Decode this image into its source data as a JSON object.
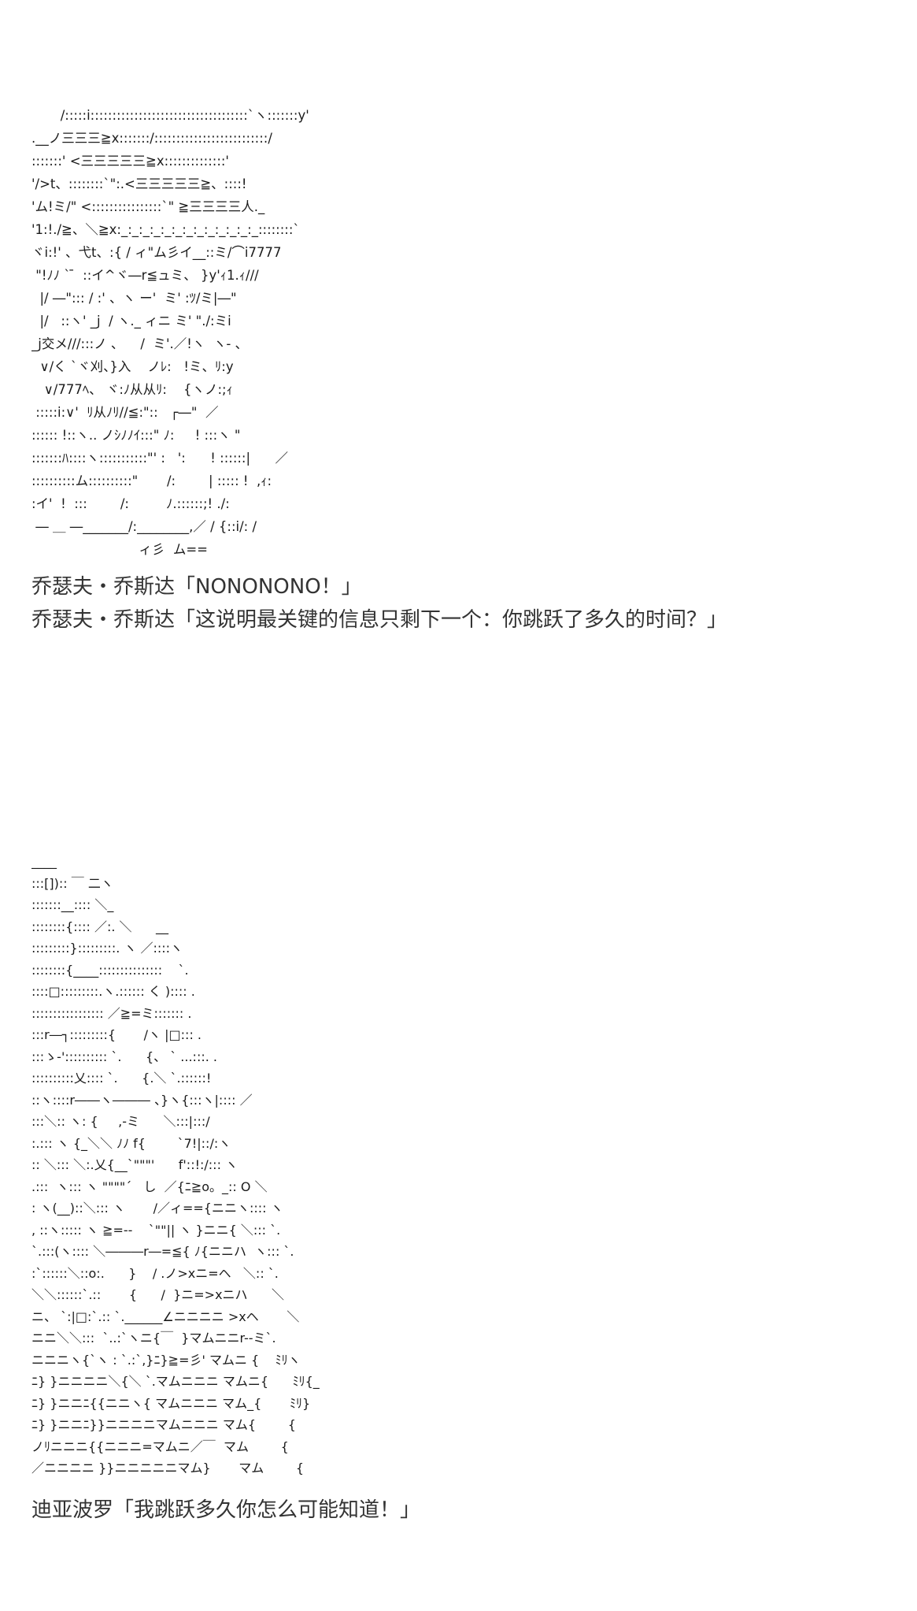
{
  "ascii_art_1": {
    "lines": [
      "       /:::::i::::::::::::::::::::::::::::::::::::`ヽ:::::::y'",
      ".__ノ三三三≧x:::::::/::::::::::::::::::::::::::/",
      ":::::::' <三三三三三≧x::::::::::::::'",
      "'/>t、::::::::`\":.<三三三三三≧、::::!",
      "'ム!ミ/\" <::::::::::::::::`\" ≧三三三三人._",
      "'1:!./≧、＼≧x:_:_:_:_:_:_:_:_:_:_:_:_:_::::::::`",
      "ヾi:!' 、弋t、:{ / ィ\"ム彡イ__::ミ/⌒i7777",
      " \"!ﾉﾉ ` ̄  ::イ^ヾ―r≦ュミ、 }y'ｨ1.ｨ///",
      "  |/ ―\"::: / :' 、ヽ ー'  ミ' :ﾂ/ミ|―\"",
      "  |/   ::ヽ' _j  / ヽ._ ィニ ミ' \"./:ミi",
      "_j交メ///:::ノ 、    /  ミ'.／!ヽ  ヽ- 、",
      "  ∨/く `ヾ刈、}入    ノﾚ:   !ミ、ﾘ:y",
      "   ∨/777ﾍ、 ヾ:ﾉ从从ﾘ:    {ヽノ:;ｨ",
      " :::::i:∨'  ﾘ从ﾉﾘ//≦:\"::   ┌―\"  ／",
      ":::::: !::ヽ.. ノｼﾉﾉｲ:::\" ﾉ:     ! :::ヽ \"",
      ":::::::ﾊ::::ヽ:::::::::::\"' :   ':      ! ::::::|      ／",
      "::::::::::ム::::::::::\"       /:        | ::::: !  ,ｨ:",
      ":イ'  !  :::        /:         ﾉ.::::::;! ./:",
      " ― ＿ ―_______/:________,／ / {::i/: /",
      "                          ィ彡  ム=="
    ]
  },
  "dialogue_1": {
    "line1": "乔瑟夫・乔斯达「NONONONO！」",
    "line2": "乔瑟夫・乔斯达「这说明最关键的信息只剩下一个：你跳跃了多久的时间？」"
  },
  "ascii_art_2": {
    "lines": [
      "____",
      ":::[]):: ￣ 二ヽ",
      ":::::::__:::: ＼_",
      "::::::::{:::: ／:. ＼      __",
      ":::::::::}:::::::::. ヽ ／::::ヽ",
      "::::::::{____:::::::::::::::    `.",
      "::::□:::::::::.ヽ.:::::: く ):::: .",
      "::::::::::::::::: ／≧=ミ::::::: .",
      ":::r―┐:::::::::{       /ヽ |□::: .",
      ":::ゝ-':::::::::: `.      {、 ` ...:::. .",
      "::::::::::乂:::: `.      {.＼ `.::::::!",
      "::ヽ::::r――ヽ――― 、}ヽ{:::ヽ|:::: ／",
      ":::＼:: ヽ: {     ,-ミ      ＼:::|:::/",
      ":.::: ヽ {_＼＼ ﾉﾉ f{        `7!|::/:ヽ",
      ":: ＼::: ＼:.乂{__`\"\"\"'      f'::!:/::: ヽ",
      ".:::  ヽ::: ヽ \"\"\"\"´   し  ／{ﾆ≧o。_:: O ＼",
      ": ヽ(__)::＼::: ヽ       /／ィ=={ニニヽ:::: ヽ",
      ", ::ヽ::::: ヽ ≧=--    `\"\"|| ヽ }ニニ{ ＼::: `.",
      "`.:::(ヽ:::: ＼―――r―=≦{ ﾉ{ニニハ  ヽ::: `.",
      ":`::::::＼::o:.      }    / .ノ>xニ=ヘ   ＼:: `.",
      "＼＼::::::`.::       {      /  }ニ=>xニハ      ＼",
      "ニ、 `:|□:`.:: `.______∠ニニニニ >xヘ       ＼",
      "ニニ＼＼:::  `..:`ヽニ{￣  }マムニニr--ミ`.",
      "ニニニヽ{`ヽ : `.:`,}ﾆ}≧=彡' マムニ {    ﾐﾘヽ",
      "ﾆ} }ニニニニ＼{＼ `.マムニニニ マムニ{      ﾐﾘ{_",
      "ﾆ} }ニニﾆ{{ニニヽ{ マムニニニ マム_{       ﾐﾘ}",
      "ﾆ} }ニニﾆ}}ニニニニマムニニニ マム{        {",
      "ノﾘニニニ{{ニニニ=マムニ／￣  マム        {",
      "／ニニニニ }}ニニニニニマム}       マム        {"
    ]
  },
  "dialogue_2": {
    "line1": "迪亚波罗「我跳跃多久你怎么可能知道！」"
  }
}
